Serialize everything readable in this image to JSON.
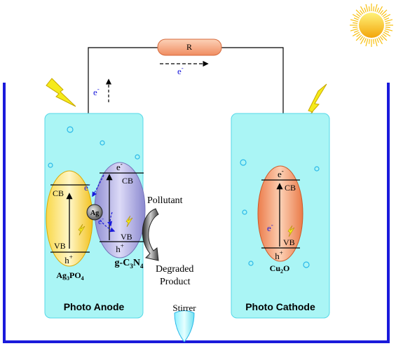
{
  "resistor_label": "R",
  "electron": "e",
  "superscript_minus": "-",
  "superscript_plus": "+",
  "hole": "h",
  "cb": "CB",
  "vb": "VB",
  "ag_label": "Ag",
  "ag3po4": {
    "a": "Ag",
    "b": "3",
    "c": "PO",
    "d": "4"
  },
  "gc3n4": {
    "a": "g-C",
    "b": "3",
    "c": "N",
    "d": "4"
  },
  "cu2o": {
    "a": "Cu",
    "b": "2",
    "c": "O"
  },
  "pollutant": "Pollutant",
  "degraded_line1": "Degraded",
  "degraded_line2": "Product",
  "anode_label": "Photo Anode",
  "cathode_label": "Photo Cathode",
  "stirrer_label": "Stirrer",
  "colors": {
    "beaker": "#1a1adb",
    "electrode": "#aaf5f5",
    "electrode_border": "#55d8e8",
    "resistor": "#f5a47a",
    "sun": "#f8c010",
    "bolt": "#f5ea1a",
    "ag3po4_fill": "#f5cc2a",
    "gc3n4_fill": "#9a98d8",
    "cu2o_fill": "#f08a5a",
    "electron_text": "#1a1adb"
  }
}
